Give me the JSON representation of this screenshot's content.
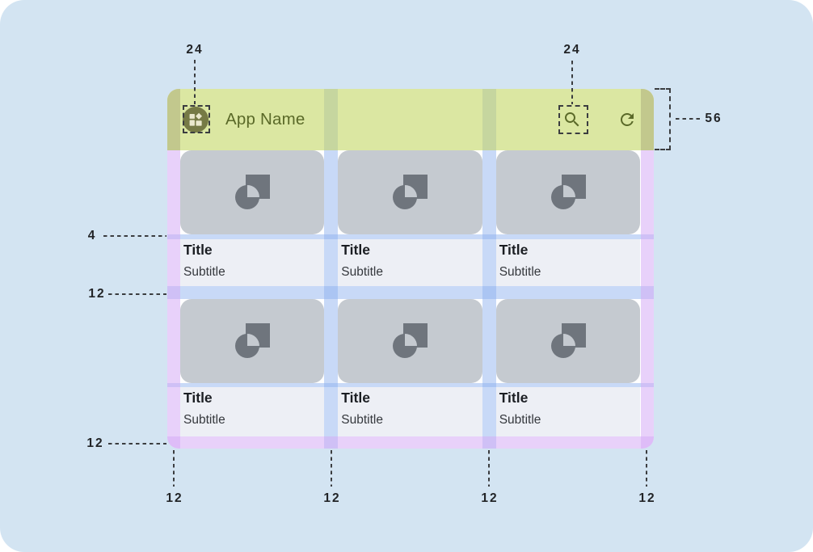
{
  "annotations": {
    "icon_margin_left": "24",
    "icon_margin_right": "24",
    "appbar_height": "56",
    "title_gap": "4",
    "row_gap": "12",
    "bottom_margin": "12",
    "column_labels": [
      "12",
      "12",
      "12",
      "12"
    ]
  },
  "appbar": {
    "title": "App Name",
    "icons": [
      "app-grid-icon",
      "search-icon",
      "refresh-icon"
    ]
  },
  "cards": [
    {
      "title": "Title",
      "subtitle": "Subtitle"
    },
    {
      "title": "Title",
      "subtitle": "Subtitle"
    },
    {
      "title": "Title",
      "subtitle": "Subtitle"
    },
    {
      "title": "Title",
      "subtitle": "Subtitle"
    },
    {
      "title": "Title",
      "subtitle": "Subtitle"
    },
    {
      "title": "Title",
      "subtitle": "Subtitle"
    }
  ],
  "colors": {
    "background": "#d3e4f2",
    "appbar_fill": "#dbe7a2",
    "margin_overlay": "#e7d1f9",
    "gutter_overlay": "#c7d8f6",
    "media_fill": "#c5cad0",
    "media_icon": "#6f757d",
    "text_area_fill": "#edeff5",
    "accent_olive": "#5a6928",
    "annotation_ink": "#222427"
  }
}
